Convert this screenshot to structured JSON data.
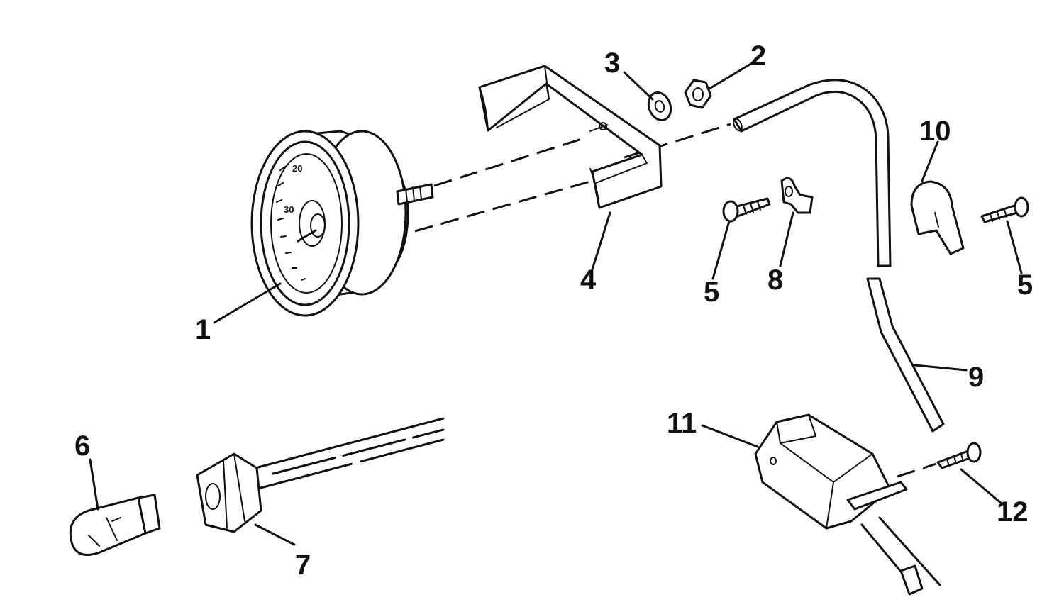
{
  "callouts": {
    "c1": "1",
    "c2": "2",
    "c3": "3",
    "c4": "4",
    "c5a": "5",
    "c5b": "5",
    "c6": "6",
    "c7": "7",
    "c8": "8",
    "c9": "9",
    "c10": "10",
    "c11": "11",
    "c12": "12"
  },
  "dial": {
    "mark_a": "20",
    "mark_b": "30"
  }
}
